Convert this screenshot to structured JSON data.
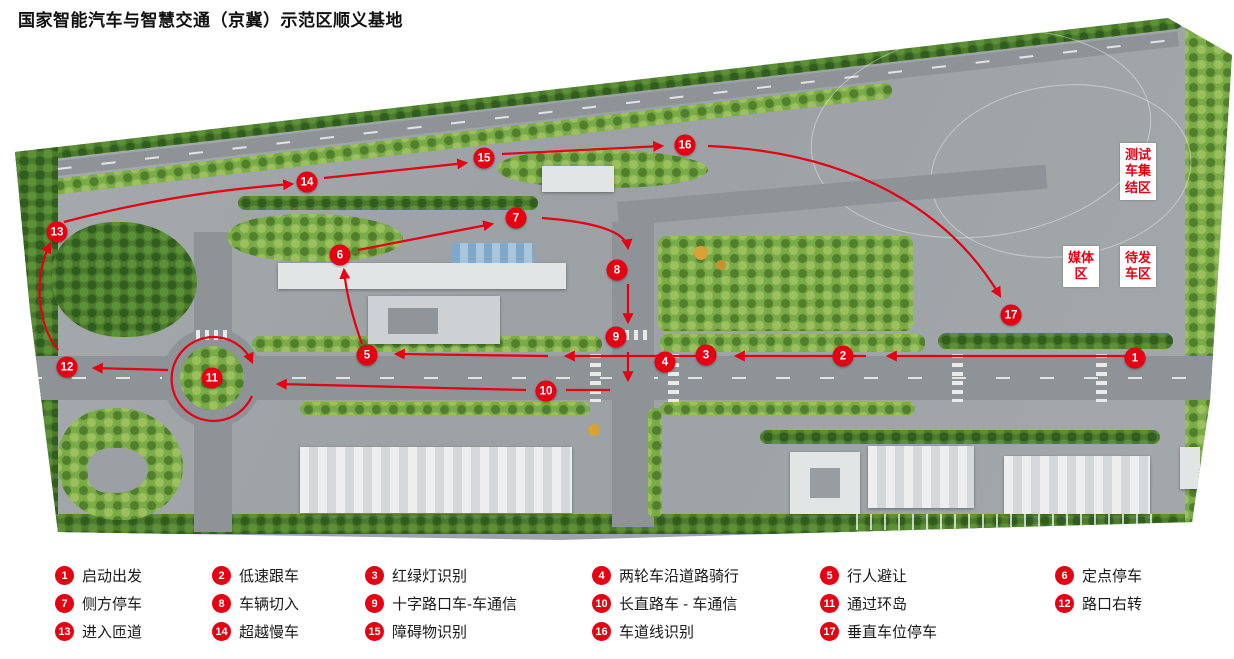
{
  "title": "国家智能汽车与智慧交通（京冀）示范区顺义基地",
  "zones": [
    {
      "label": "测试车集结区"
    },
    {
      "label": "媒体区"
    },
    {
      "label": "待发车区"
    }
  ],
  "legend": [
    {
      "number": "1",
      "label": "启动出发"
    },
    {
      "number": "2",
      "label": "低速跟车"
    },
    {
      "number": "3",
      "label": "红绿灯识别"
    },
    {
      "number": "4",
      "label": "两轮车沿道路骑行"
    },
    {
      "number": "5",
      "label": "行人避让"
    },
    {
      "number": "6",
      "label": "定点停车"
    },
    {
      "number": "7",
      "label": "侧方停车"
    },
    {
      "number": "8",
      "label": "车辆切入"
    },
    {
      "number": "9",
      "label": "十字路口车-车通信"
    },
    {
      "number": "10",
      "label": "长直路车 - 车通信"
    },
    {
      "number": "11",
      "label": "通过环岛"
    },
    {
      "number": "12",
      "label": "路口右转"
    },
    {
      "number": "13",
      "label": "进入匝道"
    },
    {
      "number": "14",
      "label": "超越慢车"
    },
    {
      "number": "15",
      "label": "障碍物识别"
    },
    {
      "number": "16",
      "label": "车道线识别"
    },
    {
      "number": "17",
      "label": "垂直车位停车"
    }
  ],
  "colors": {
    "route": "#e60012",
    "marker": "#e60012",
    "zone_text": "#e60012"
  }
}
